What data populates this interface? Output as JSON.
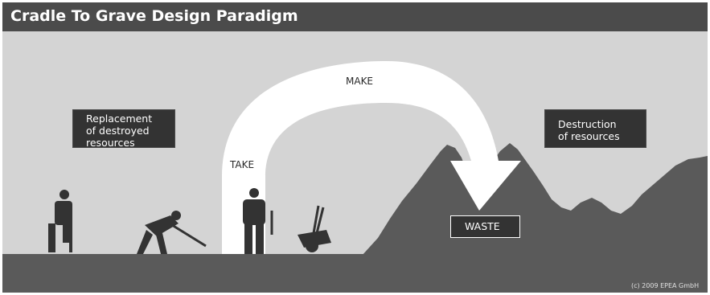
{
  "header": {
    "title": "Cradle To Grave Design Paradigm"
  },
  "labels": {
    "replacement": [
      "Replacement",
      "of destroyed",
      "resources"
    ],
    "destruction": [
      "Destruction",
      "of resources"
    ],
    "waste": "WASTE"
  },
  "arc": {
    "make": "MAKE",
    "take": "TAKE"
  },
  "footer": {
    "copyright": "(c) 2009 EPEA GmbH"
  },
  "colors": {
    "sky": "#d4d4d4",
    "ground": "#5a5a5a",
    "title_bar": "#4b4b4b",
    "arrow": "#ffffff",
    "label_box": "#333333"
  }
}
